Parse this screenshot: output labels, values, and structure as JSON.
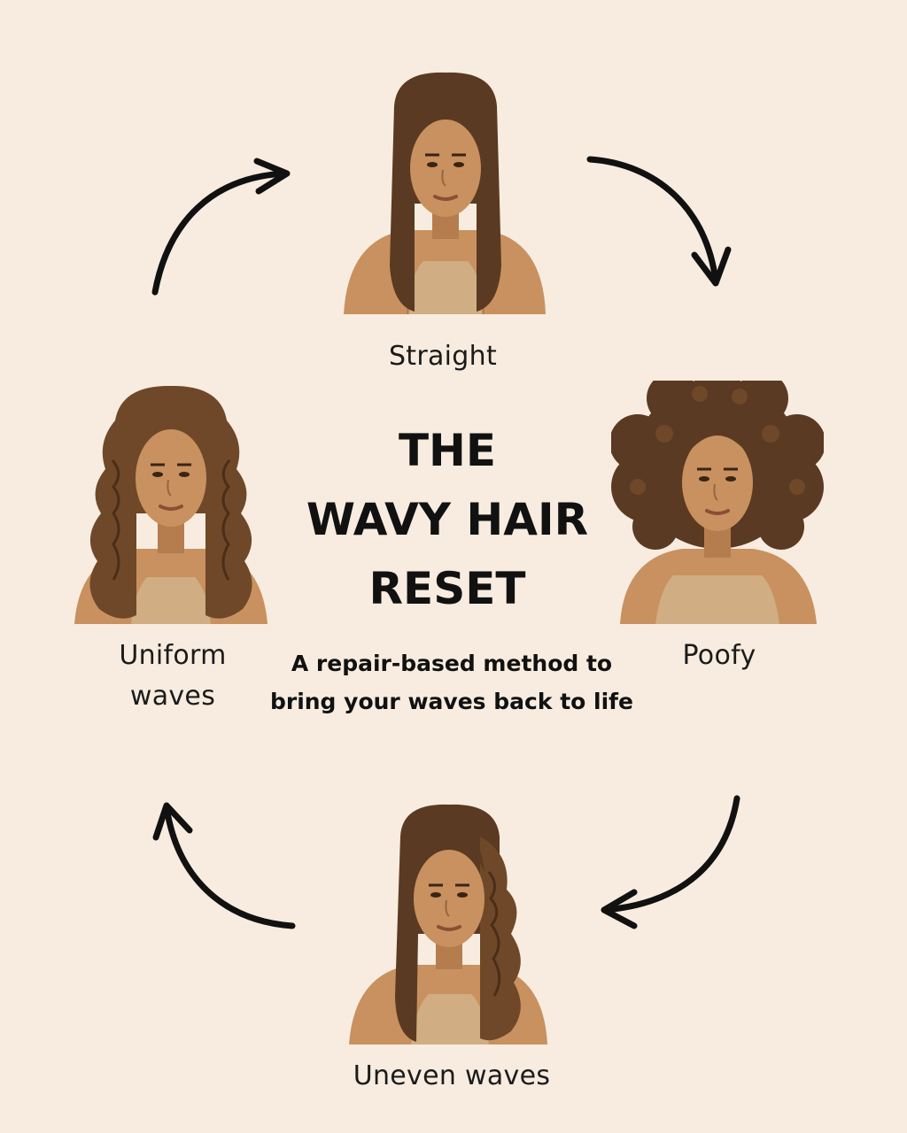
{
  "title": {
    "lines": [
      "THE",
      "WAVY HAIR",
      "RESET"
    ]
  },
  "subtitle": {
    "lines": [
      "A repair-based method",
      "to bring your waves back",
      "to life"
    ]
  },
  "stages": [
    {
      "id": "straight",
      "label_lines": [
        "Straight"
      ]
    },
    {
      "id": "poofy",
      "label_lines": [
        "Poofy"
      ]
    },
    {
      "id": "uneven-waves",
      "label_lines": [
        "Uneven waves"
      ]
    },
    {
      "id": "uniform-waves",
      "label_lines": [
        "Uniform",
        "waves"
      ]
    }
  ],
  "colors": {
    "background": "#f7ecdf",
    "skin": "#c8915f",
    "skin_shadow": "#b57d4e",
    "hair_dark": "#5a3a22",
    "hair_mid": "#6e4829",
    "top": "#d0ad82",
    "arrow": "#111111"
  }
}
